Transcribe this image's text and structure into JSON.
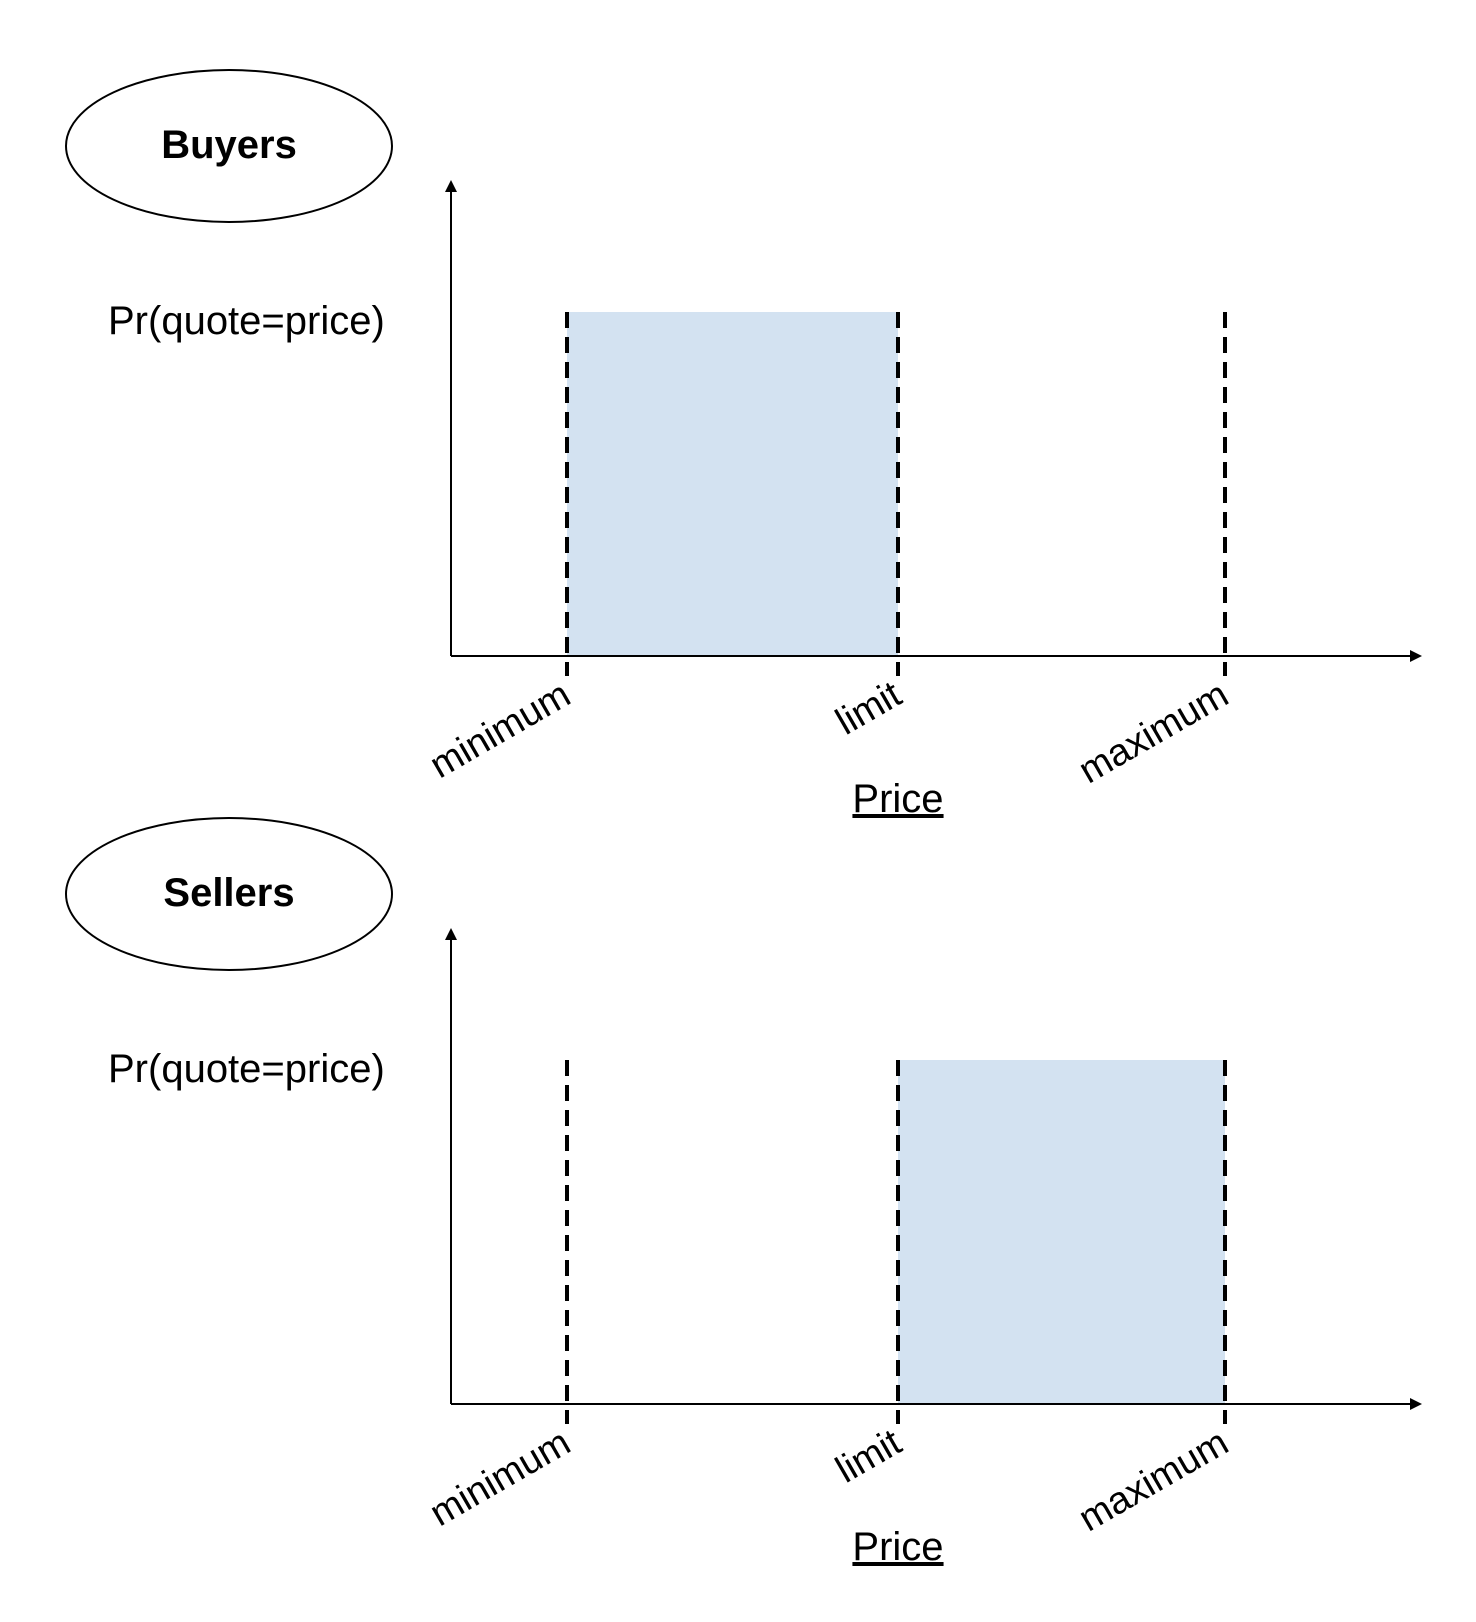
{
  "colors": {
    "fill": "#d3e2f1",
    "ink": "#000000",
    "background": "#ffffff"
  },
  "panels": [
    {
      "group_label": "Buyers",
      "y_axis_label": "Pr(quote=price)",
      "x_axis_label": "Price",
      "ticks": [
        {
          "key": "minimum",
          "label": "minimum"
        },
        {
          "key": "limit",
          "label": "limit"
        },
        {
          "key": "maximum",
          "label": "maximum"
        }
      ],
      "shaded_region": {
        "from": "minimum",
        "to": "limit"
      }
    },
    {
      "group_label": "Sellers",
      "y_axis_label": "Pr(quote=price)",
      "x_axis_label": "Price",
      "ticks": [
        {
          "key": "minimum",
          "label": "minimum"
        },
        {
          "key": "limit",
          "label": "limit"
        },
        {
          "key": "maximum",
          "label": "maximum"
        }
      ],
      "shaded_region": {
        "from": "limit",
        "to": "maximum"
      }
    }
  ]
}
